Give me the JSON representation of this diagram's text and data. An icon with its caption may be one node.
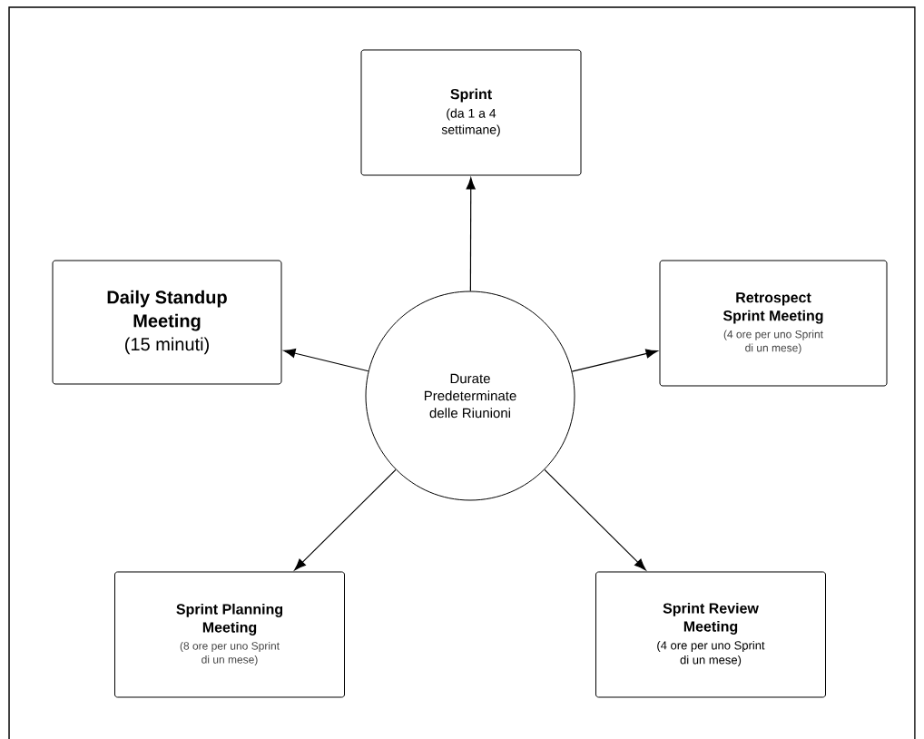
{
  "diagram": {
    "nodes": [
      {
        "text": [
          "Sprint",
          "(da 1 a 4 settimane)"
        ]
      },
      {
        "text": [
          "Daily Standup Meeting",
          "(15 minuti)"
        ]
      },
      {
        "text": [
          "Durate Predeterminate delle Riunioni"
        ]
      },
      {
        "text": [
          "Retrospect Sprint Meeting",
          "(4 ore per uno Sprint di un mese)"
        ]
      },
      {
        "text": [
          "Sprint Planning Meeting",
          "(8 ore per uno Sprint di un mese)"
        ]
      },
      {
        "text": [
          "Sprint Review Meeting",
          "(4 ore per uno Sprint di un mese)"
        ]
      }
    ],
    "edges": [
      {
        "from": 2,
        "to": 0,
        "arrow": "to"
      },
      {
        "from": 2,
        "to": 1,
        "arrow": "to"
      },
      {
        "from": 2,
        "to": 3,
        "arrow": "to"
      },
      {
        "from": 2,
        "to": 4,
        "arrow": "to"
      },
      {
        "from": 2,
        "to": 5,
        "arrow": "to"
      }
    ]
  }
}
